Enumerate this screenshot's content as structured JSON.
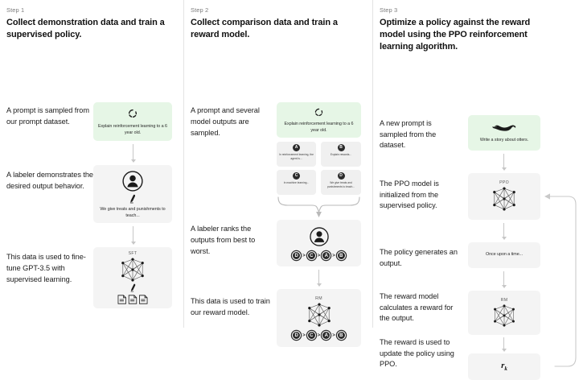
{
  "columns": [
    {
      "step_label": "Step 1",
      "title": "Collect demonstration data and train a supervised policy.",
      "captions": [
        "A prompt is sampled from our prompt dataset.",
        "A labeler demonstrates the desired output behavior.",
        "This data is used to fine-tune GPT-3.5 with supervised learning."
      ],
      "figures": {
        "prompt_box_text": "Explain reinforcement learning to a 6 year old.",
        "prompt_box_icon": "circular-arrows-icon",
        "prompt_box_color": "#e6f6e6",
        "labeler_box_text": "We give treats and punishments to teach...",
        "labeler_box_icon": "person-icon",
        "sft_label": "SFT",
        "sft_icon": "neural-network-icon",
        "docs_icon": "documents-icon"
      }
    },
    {
      "step_label": "Step 2",
      "title": "Collect comparison data and train a reward model.",
      "captions": [
        "A prompt and several model outputs are sampled.",
        "A labeler ranks the outputs from best to worst.",
        "This data is used to train our reward model."
      ],
      "figures": {
        "prompt_box_text": "Explain reinforcement learning to a 6 year old.",
        "prompt_box_icon": "circular-arrows-icon",
        "prompt_box_color": "#e6f6e6",
        "outputs": [
          {
            "badge": "A",
            "text": "In reinforcement learning, the agent is..."
          },
          {
            "badge": "B",
            "text": "Explain rewards..."
          },
          {
            "badge": "C",
            "text": "In machine learning..."
          },
          {
            "badge": "D",
            "text": "We give treats and punishments to teach..."
          }
        ],
        "labeler_icon": "person-icon",
        "ranking": [
          "D",
          "C",
          "A",
          "B"
        ],
        "ranking_separator": ">",
        "rm_label": "RM",
        "rm_icon": "neural-network-icon"
      }
    },
    {
      "step_label": "Step 3",
      "title": "Optimize a policy against the reward model using the PPO reinforcement learning algorithm.",
      "captions": [
        "A new prompt is sampled from the dataset.",
        "The PPO model is initialized from the supervised policy.",
        "The policy generates an output.",
        "The reward model calculates a reward for the output.",
        "The reward is used to update the policy using PPO."
      ],
      "figures": {
        "prompt_box_text": "Write a story about otters.",
        "prompt_box_icon": "otter-icon",
        "prompt_box_color": "#e6f6e6",
        "ppo_label": "PPO",
        "ppo_icon": "neural-network-icon",
        "output_box_text": "Once upon a time...",
        "rm_label": "RM",
        "rm_icon": "neural-network-icon",
        "reward_symbol": "r",
        "reward_subscript": "k",
        "feedback_loop_icon": "loop-arrow-icon"
      }
    }
  ],
  "theme": {
    "background": "#ffffff",
    "panel": "#f4f4f4",
    "prompt_green": "#e6f6e6",
    "divider": "#e3e3e3",
    "arrow": "#c7c7c7",
    "text": "#1b1b1b",
    "muted": "#7d7d7d"
  }
}
